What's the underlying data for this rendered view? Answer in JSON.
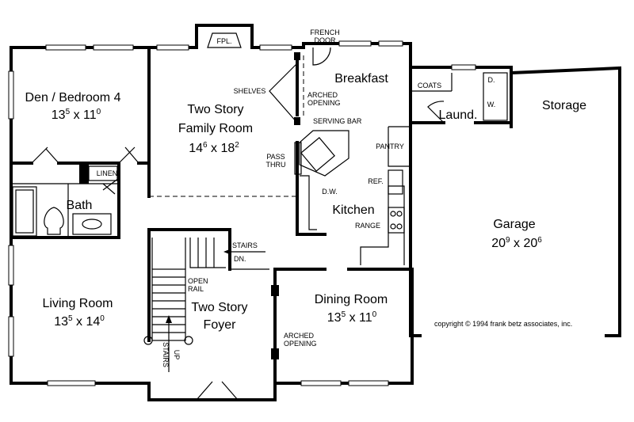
{
  "rooms": {
    "den": {
      "name": "Den / Bedroom 4",
      "w": "13",
      "w_sup": "5",
      "h": "11",
      "h_sup": "0"
    },
    "family": {
      "name1": "Two Story",
      "name2": "Family Room",
      "w": "14",
      "w_sup": "6",
      "h": "18",
      "h_sup": "2"
    },
    "breakfast": {
      "name": "Breakfast"
    },
    "kitchen": {
      "name": "Kitchen"
    },
    "living": {
      "name": "Living Room",
      "w": "13",
      "w_sup": "5",
      "h": "14",
      "h_sup": "0"
    },
    "foyer": {
      "name1": "Two Story",
      "name2": "Foyer"
    },
    "dining": {
      "name": "Dining Room",
      "w": "13",
      "w_sup": "5",
      "h": "11",
      "h_sup": "0"
    },
    "garage": {
      "name": "Garage",
      "w": "20",
      "w_sup": "9",
      "h": "20",
      "h_sup": "6"
    },
    "storage": {
      "name": "Storage"
    },
    "bath": {
      "name": "Bath"
    },
    "laundry": {
      "name": "Laund."
    }
  },
  "labels": {
    "fpl": "FPL.",
    "french_door_1": "FRENCH",
    "french_door_2": "DOOR",
    "shelves": "SHELVES",
    "arched_1": "ARCHED",
    "arched_2": "OPENING",
    "serving_bar": "SERVING BAR",
    "coats": "COATS",
    "pantry": "PANTRY",
    "pass_1": "PASS",
    "pass_2": "THRU",
    "linen": "LINEN",
    "ref": "REF.",
    "dw": "D.W.",
    "range": "RANGE",
    "stairs_dn_1": "STAIRS",
    "stairs_dn_2": "DN.",
    "open_rail_1": "OPEN",
    "open_rail_2": "RAIL",
    "stairs_up_1": "STAIRS",
    "stairs_up_2": "UP",
    "arched_dining_1": "ARCHED",
    "arched_dining_2": "OPENING",
    "d": "D.",
    "w": "W."
  },
  "copyright": "copyright © 1994 frank betz associates, inc."
}
